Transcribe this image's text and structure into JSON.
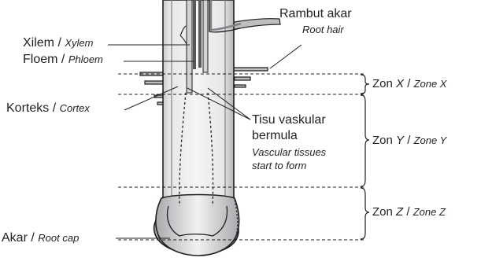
{
  "labels": {
    "root_hair": {
      "ms": "Rambut akar",
      "en": "Root hair"
    },
    "xylem": {
      "ms": "Xilem",
      "en": "Xylem"
    },
    "phloem": {
      "ms": "Floem",
      "en": "Phloem"
    },
    "cortex": {
      "ms": "Korteks",
      "en": "Cortex"
    },
    "vascular": {
      "ms_line1": "Tisu vaskular",
      "ms_line2": "bermula",
      "en_line1": "Vascular tissues",
      "en_line2": "start to form"
    },
    "root_cap": {
      "ms": "Akar",
      "en": "Root cap"
    },
    "separator": "/"
  },
  "zones": [
    {
      "ms": "Zon",
      "var": "X",
      "en": "Zone X"
    },
    {
      "ms": "Zon",
      "var": "Y",
      "en": "Zone Y"
    },
    {
      "ms": "Zon",
      "var": "Z",
      "en": "Zone Z"
    }
  ],
  "colors": {
    "ink": "#231f20",
    "tissue_light": "#e6e7e8",
    "tissue_mid": "#bcbec0",
    "tissue_dark": "#808285"
  }
}
